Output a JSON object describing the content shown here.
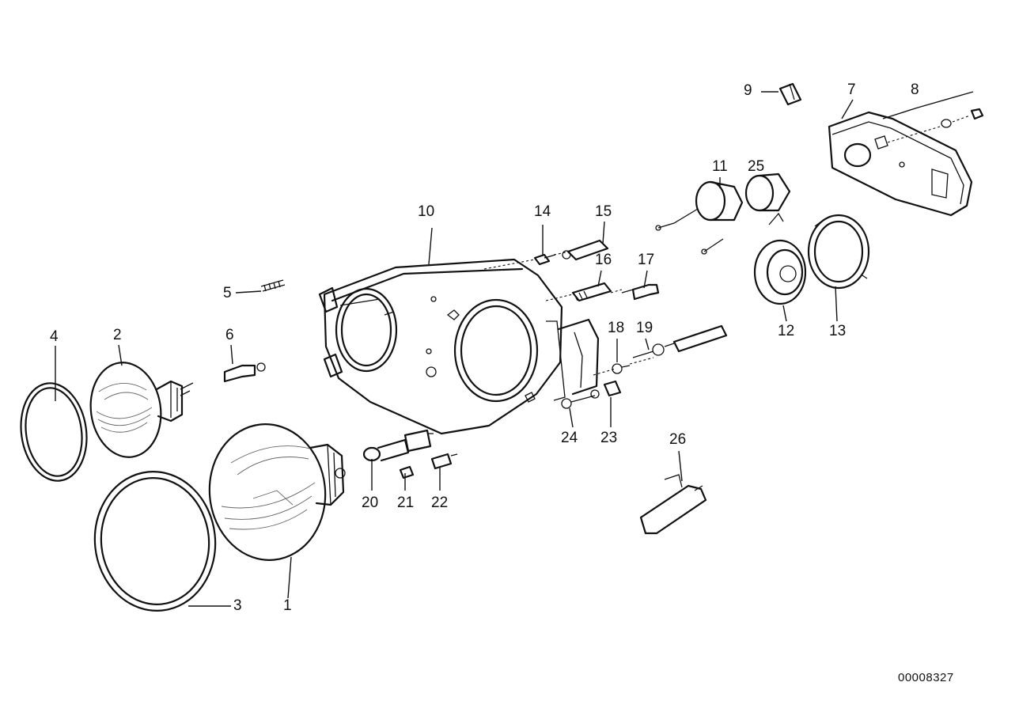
{
  "diagram": {
    "callouts": [
      {
        "id": "1",
        "label": "1"
      },
      {
        "id": "2",
        "label": "2"
      },
      {
        "id": "3",
        "label": "3"
      },
      {
        "id": "4",
        "label": "4"
      },
      {
        "id": "5",
        "label": "5"
      },
      {
        "id": "6",
        "label": "6"
      },
      {
        "id": "7",
        "label": "7"
      },
      {
        "id": "8",
        "label": "8"
      },
      {
        "id": "9",
        "label": "9"
      },
      {
        "id": "10",
        "label": "10"
      },
      {
        "id": "11",
        "label": "11"
      },
      {
        "id": "12",
        "label": "12"
      },
      {
        "id": "13",
        "label": "13"
      },
      {
        "id": "14",
        "label": "14"
      },
      {
        "id": "15",
        "label": "15"
      },
      {
        "id": "16",
        "label": "16"
      },
      {
        "id": "17",
        "label": "17"
      },
      {
        "id": "18",
        "label": "18"
      },
      {
        "id": "19",
        "label": "19"
      },
      {
        "id": "20",
        "label": "20"
      },
      {
        "id": "21",
        "label": "21"
      },
      {
        "id": "22",
        "label": "22"
      },
      {
        "id": "23",
        "label": "23"
      },
      {
        "id": "24",
        "label": "24"
      },
      {
        "id": "25",
        "label": "25"
      },
      {
        "id": "26",
        "label": "26"
      }
    ],
    "document_number": "00008327"
  }
}
